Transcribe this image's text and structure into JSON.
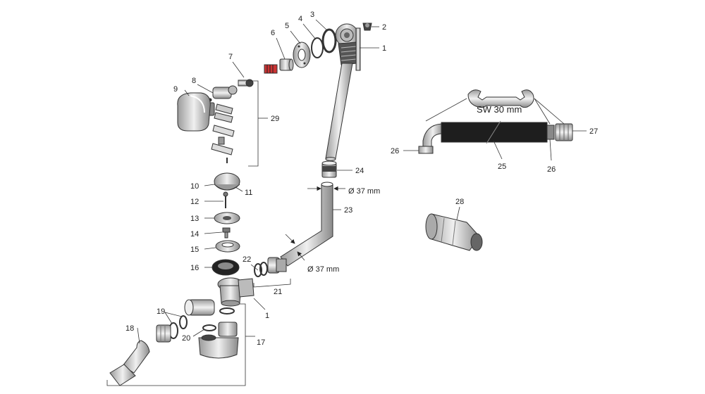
{
  "labels": {
    "p1a": "1",
    "p2": "2",
    "p3": "3",
    "p4": "4",
    "p5": "5",
    "p6": "6",
    "p7": "7",
    "p8": "8",
    "p9": "9",
    "p10": "10",
    "p11": "11",
    "p12": "12",
    "p13": "13",
    "p14": "14",
    "p15": "15",
    "p16": "16",
    "p17": "17",
    "p18": "18",
    "p19": "19",
    "p20": "20",
    "p21": "21",
    "p22": "22",
    "p23": "23",
    "p24": "24",
    "p25": "25",
    "p26a": "26",
    "p26b": "26",
    "p27": "27",
    "p28": "28",
    "p29": "29",
    "p1b": "1"
  },
  "dimensions": {
    "upper": "Ø 37 mm",
    "lower": "Ø 37 mm",
    "wrench": "SW 30 mm"
  },
  "colors": {
    "outline": "#333333",
    "part_fill": "#d9d9d9",
    "hose_fill": "#1e1e1e",
    "accent_red": "#cc3333"
  }
}
